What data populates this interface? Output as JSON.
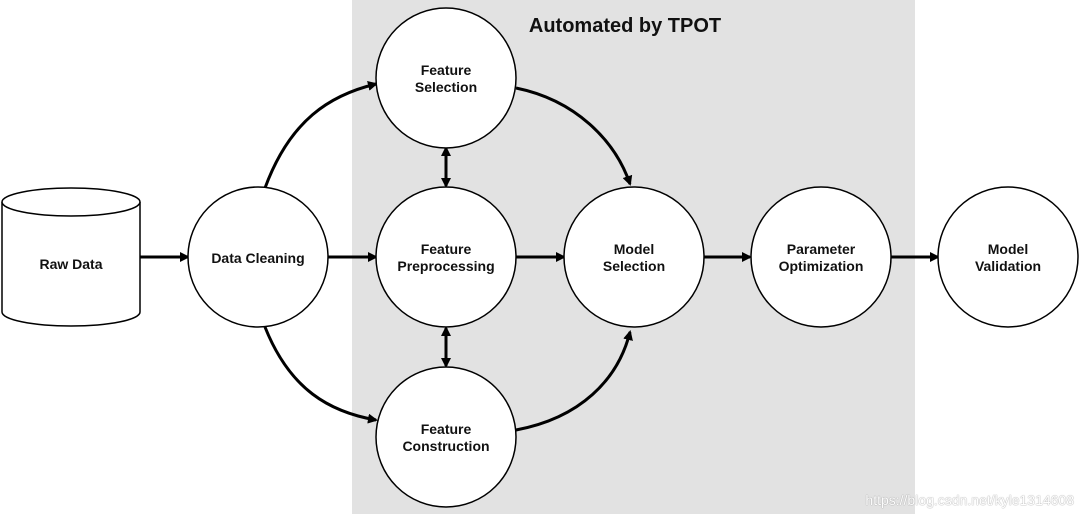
{
  "automated_region": {
    "title": "Automated by TPOT"
  },
  "nodes": {
    "raw_data": "Raw Data",
    "data_cleaning": "Data Cleaning",
    "feature_selection": [
      "Feature",
      "Selection"
    ],
    "feature_preprocessing": [
      "Feature",
      "Preprocessing"
    ],
    "feature_construction": [
      "Feature",
      "Construction"
    ],
    "model_selection": [
      "Model",
      "Selection"
    ],
    "parameter_optimization": [
      "Parameter",
      "Optimization"
    ],
    "model_validation": [
      "Model",
      "Validation"
    ]
  },
  "watermark": "https://blog.csdn.net/kyle1314608",
  "colors": {
    "region_fill": "#e2e2e2",
    "stroke": "#000000",
    "node_fill": "#ffffff"
  }
}
